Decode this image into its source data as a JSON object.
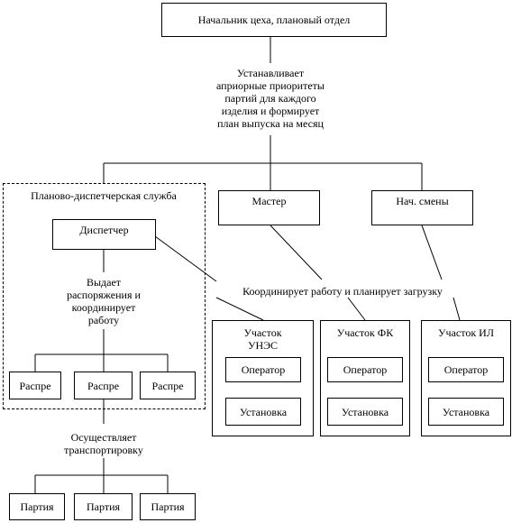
{
  "header_box": "Начальник цеха, плановый отдел",
  "header_action": "Устанавливает\nаприорные приоритеты\nпартий для каждого\nизделия и формирует\nплан выпуска на месяц",
  "dispatch_service": {
    "title": "Планово-диспетчерская служба",
    "dispatcher": "Диспетчер",
    "dispatcher_action": "Выдает\nраспоряжения и\nкоординирует\nработу",
    "distributors": [
      "Распре",
      "Распре",
      "Распре"
    ]
  },
  "master": "Мастер",
  "shift_head": "Нач. смены",
  "coordination_text": "Координирует работу и планирует загрузку",
  "sites": [
    {
      "name": "Участок\nУНЭС",
      "operator": "Оператор",
      "installation": "Установка"
    },
    {
      "name": "Участок ФК",
      "operator": "Оператор",
      "installation": "Установка"
    },
    {
      "name": "Участок ИЛ",
      "operator": "Оператор",
      "installation": "Установка"
    }
  ],
  "transport_text": "Осуществляет\nтранспортировку",
  "batches": [
    "Партия",
    "Партия",
    "Партия"
  ]
}
